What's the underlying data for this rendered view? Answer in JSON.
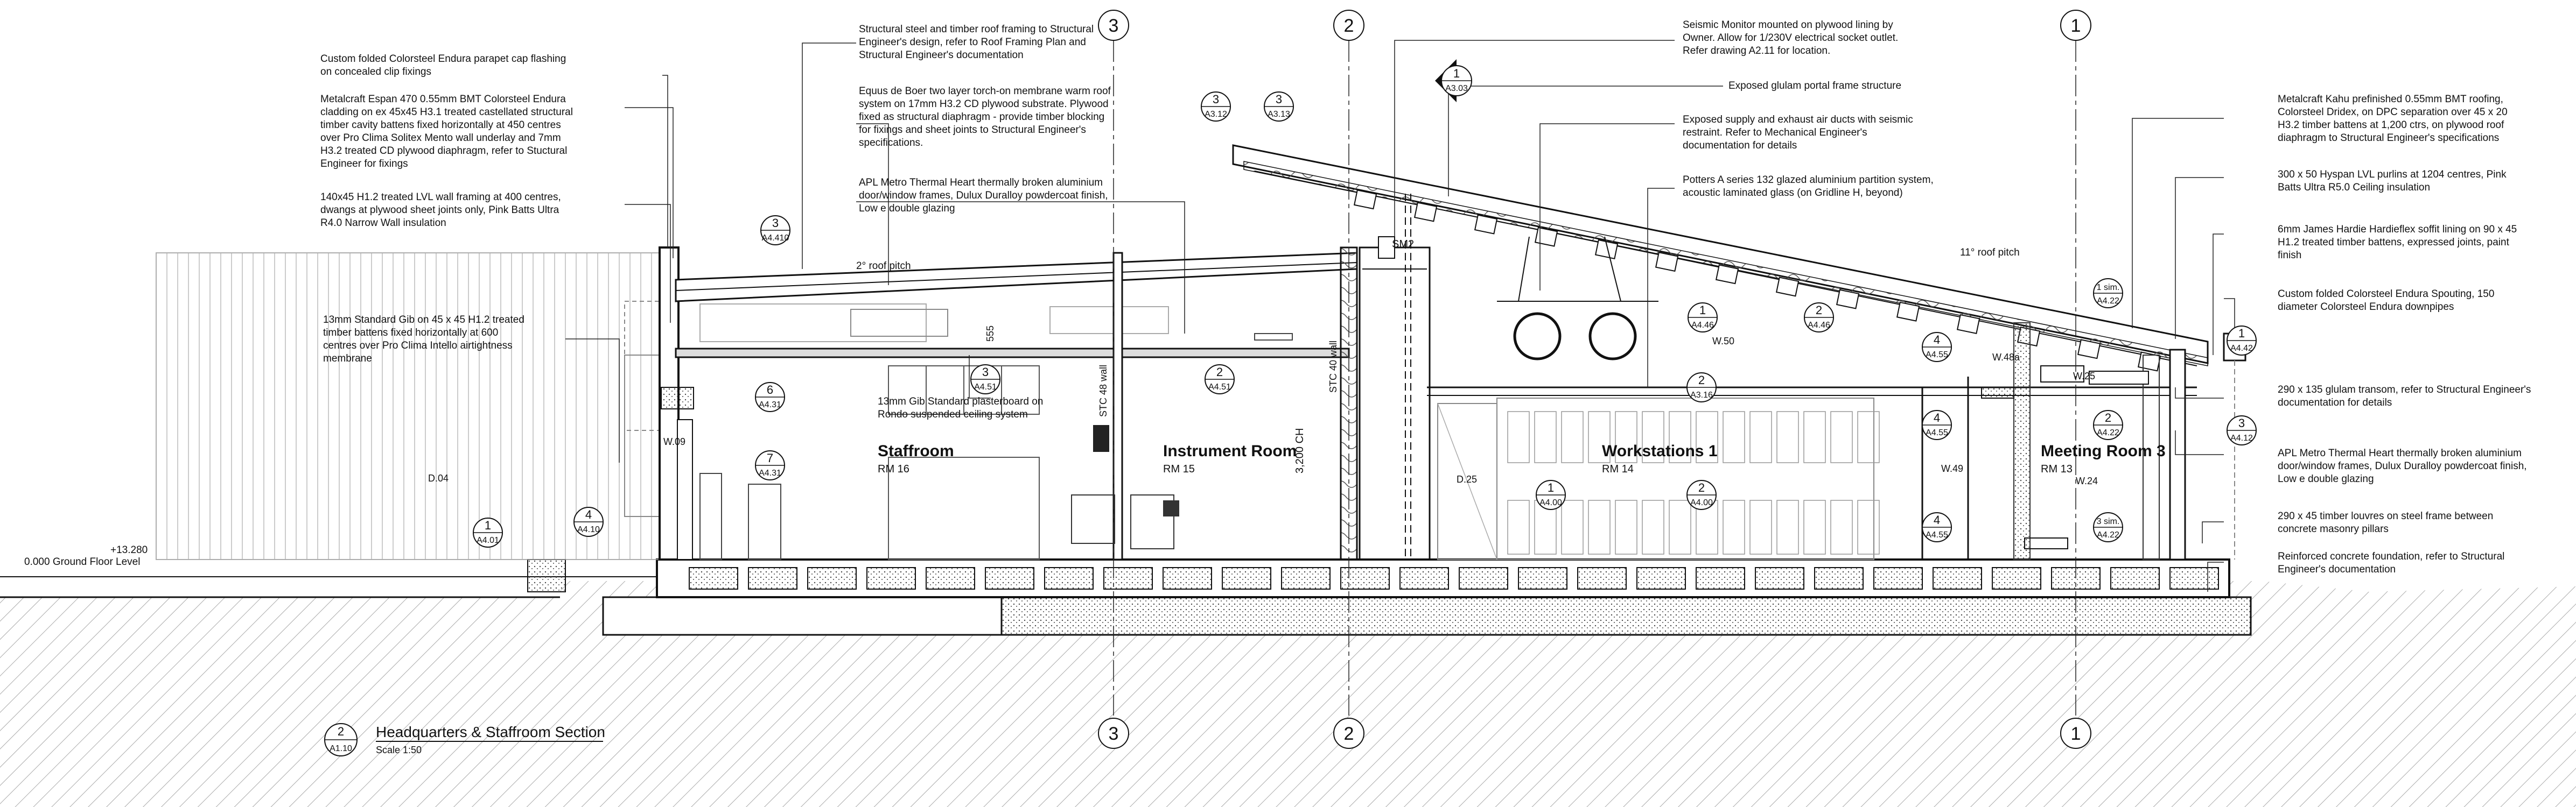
{
  "grid_markers": [
    {
      "label": "3"
    },
    {
      "label": "2"
    },
    {
      "label": "1"
    }
  ],
  "notes_left": [
    {
      "lines": [
        "Custom folded Colorsteel Endura parapet cap flashing",
        "on concealed clip fixings"
      ]
    },
    {
      "lines": [
        "Metalcraft Espan 470 0.55mm BMT Colorsteel Endura",
        "cladding on ex 45x45 H3.1 treated castellated structural",
        "timber cavity battens fixed horizontally at 450 centres",
        "over Pro Clima Solitex Mento wall underlay and 7mm",
        "H3.2 treated CD plywood diaphragm, refer to Stuctural",
        "Engineer for fixings"
      ]
    },
    {
      "lines": [
        "140x45 H1.2 treated LVL wall framing at 400 centres,",
        "dwangs at plywood sheet joints only, Pink Batts Ultra",
        "R4.0 Narrow Wall insulation"
      ]
    },
    {
      "lines": [
        "13mm Standard Gib on 45 x 45 H1.2 treated",
        "timber battens fixed horizontally at 600",
        "centres over Pro Clima Intello airtightness",
        "membrane"
      ]
    }
  ],
  "notes_center": [
    {
      "lines": [
        "Structural steel and timber roof framing to Structural",
        "Engineer's design, refer to Roof Framing Plan and",
        "Structural Engineer's documentation"
      ]
    },
    {
      "lines": [
        "Equus de Boer two layer torch-on membrane warm roof",
        "system on 17mm H3.2 CD plywood substrate. Plywood",
        "fixed as structural diaphragm - provide timber blocking",
        "for fixings and sheet joints to Structural Engineer's",
        "specifications."
      ]
    },
    {
      "lines": [
        "APL Metro Thermal Heart thermally broken aluminium",
        "door/window frames, Dulux Duralloy powdercoat finish,",
        "Low e double glazing"
      ]
    },
    {
      "lines": [
        "13mm Gib Standard plasterboard on",
        "Rondo suspended ceiling system"
      ]
    }
  ],
  "notes_upper": [
    {
      "lines": [
        "Seismic Monitor mounted on plywood lining by",
        "Owner.  Allow for 1/230V electrical socket outlet.",
        "Refer drawing A2.11 for location."
      ]
    },
    {
      "lines": [
        "Exposed glulam portal frame structure"
      ]
    },
    {
      "lines": [
        "Exposed supply and exhaust air ducts with seismic",
        "restraint. Refer to Mechanical Engineer's",
        "documentation for details"
      ]
    },
    {
      "lines": [
        "Potters A series 132 glazed aluminium partition system,",
        "acoustic laminated glass  (on Gridline H, beyond)"
      ]
    }
  ],
  "notes_right": [
    {
      "lines": [
        "Metalcraft Kahu prefinished 0.55mm BMT roofing,",
        "Colorsteel Dridex, on DPC separation over 45 x 20",
        "H3.2 timber battens at 1,200 ctrs, on plywood roof",
        "diaphragm to Structural Engineer's specifications"
      ]
    },
    {
      "lines": [
        "300 x 50 Hyspan LVL purlins at 1204 centres, Pink",
        "Batts Ultra R5.0 Ceiling insulation"
      ]
    },
    {
      "lines": [
        "6mm James Hardie Hardieflex soffit lining on 90 x 45",
        "H1.2 treated timber battens, expressed joints, paint",
        "finish"
      ]
    },
    {
      "lines": [
        "Custom folded Colorsteel Endura Spouting, 150",
        "diameter Colorsteel Endura downpipes"
      ]
    },
    {
      "lines": [
        "290 x 135 glulam transom, refer to Structural Engineer's",
        "documentation for details"
      ]
    },
    {
      "lines": [
        "APL Metro Thermal Heart thermally broken aluminium",
        "door/window frames, Dulux Duralloy powdercoat finish,",
        "Low e double glazing"
      ]
    },
    {
      "lines": [
        "290 x 45 timber louvres on steel frame between",
        "concrete masonry pillars"
      ]
    },
    {
      "lines": [
        "Reinforced concrete foundation, refer to Structural",
        "Engineer's documentation"
      ]
    }
  ],
  "rooms": [
    {
      "name": "Staffroom",
      "number": "RM 16"
    },
    {
      "name": "Instrument Room",
      "number": "RM 15"
    },
    {
      "name": "Workstations 1",
      "number": "RM 14"
    },
    {
      "name": "Meeting Room 3",
      "number": "RM 13"
    }
  ],
  "detail_tags": [
    {
      "num": "3",
      "ref": "A4.410"
    },
    {
      "num": "6",
      "ref": "A4.31"
    },
    {
      "num": "7",
      "ref": "A4.31"
    },
    {
      "num": "1",
      "ref": "A4.01"
    },
    {
      "num": "4",
      "ref": "A4.10"
    },
    {
      "num": "3",
      "ref": "A4.51"
    },
    {
      "num": "2",
      "ref": "A4.51"
    },
    {
      "num": "3",
      "ref": "A3.12"
    },
    {
      "num": "3",
      "ref": "A3.13"
    },
    {
      "num": "1",
      "ref": "A4.46"
    },
    {
      "num": "2",
      "ref": "A4.46"
    },
    {
      "num": "4",
      "ref": "A4.55"
    },
    {
      "num": "2",
      "ref": "A3.16"
    },
    {
      "num": "4",
      "ref": "A4.55"
    },
    {
      "num": "4",
      "ref": "A4.55"
    },
    {
      "num": "1",
      "ref": "A4.00"
    },
    {
      "num": "2",
      "ref": "A4.00"
    },
    {
      "num": "1 sim.",
      "ref": "A4.22"
    },
    {
      "num": "2",
      "ref": "A4.22"
    },
    {
      "num": "3 sim.",
      "ref": "A4.22"
    },
    {
      "num": "1",
      "ref": "A4.42"
    },
    {
      "num": "3",
      "ref": "A4.12"
    }
  ],
  "section_marker": {
    "num": "1",
    "ref": "A3.03"
  },
  "misc_labels": {
    "roof_pitch_left": "2° roof pitch",
    "roof_pitch_right": "11° roof pitch",
    "sm2": "SM2",
    "dim_555": "555",
    "stc_48": "STC 48 wall",
    "stc_40": "STC 40 wall",
    "ch_3200": "3,200 CH",
    "w09": "W.09",
    "d04": "D.04",
    "d25": "D.25",
    "w50": "W.50",
    "w48a": "W.48a",
    "w25": "W.25",
    "w49": "W.49",
    "w24": "W.24",
    "level_mark": "+13.280",
    "ground_level": "0.000 Ground Floor Level"
  },
  "drawing_title": {
    "num": "2",
    "ref": "A1.10",
    "title": "Headquarters & Staffroom Section",
    "scale": "Scale 1:50"
  }
}
